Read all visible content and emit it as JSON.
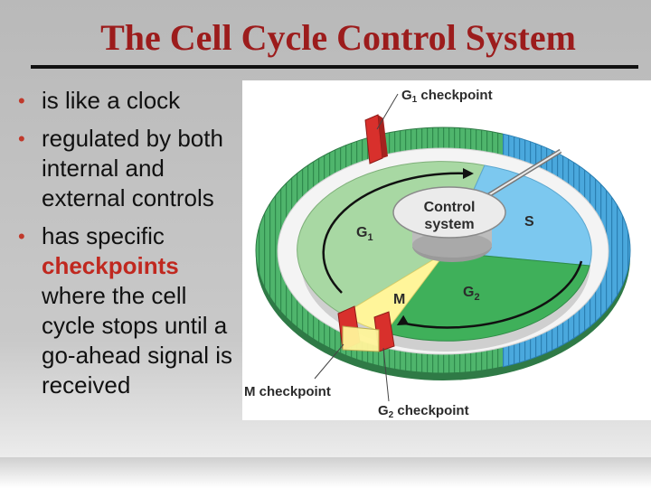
{
  "title": "The Cell Cycle Control System",
  "bullets": [
    {
      "text": "is like a clock"
    },
    {
      "text": "regulated by both internal and external controls"
    },
    {
      "before": "has specific ",
      "highlight": "checkpoints",
      "after": " where the cell cycle stops until a go-ahead signal is received"
    }
  ],
  "figure": {
    "g1_checkpoint": {
      "prefix": "G",
      "sub": "1",
      "suffix": " checkpoint"
    },
    "m_checkpoint": "M checkpoint",
    "g2_checkpoint": {
      "prefix": "G",
      "sub": "2",
      "suffix": " checkpoint"
    },
    "control_line1": "Control",
    "control_line2": "system",
    "phase_g1": {
      "prefix": "G",
      "sub": "1"
    },
    "phase_s": "S",
    "phase_m": "M",
    "phase_g2": {
      "prefix": "G",
      "sub": "2"
    }
  },
  "colors": {
    "title": "#9c1c1c",
    "highlight": "#c0281f",
    "g1_green": "#a8d8a3",
    "s_blue": "#7cc8ef",
    "g2_green": "#3fb05a",
    "m_yellow": "#fff59a",
    "checkpoint_red": "#d8302c"
  }
}
